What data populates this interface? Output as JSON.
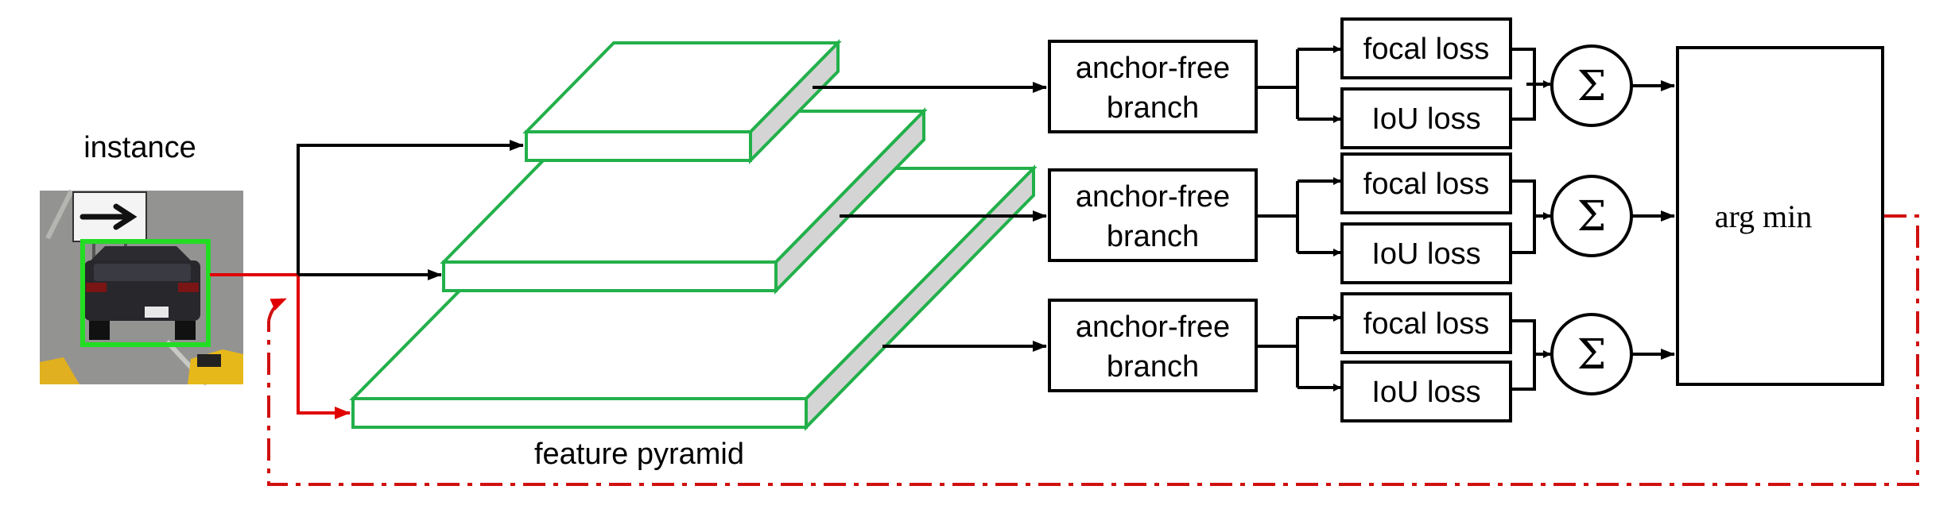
{
  "labels": {
    "instance": "instance",
    "feature_pyramid": "feature pyramid",
    "arg_min": "arg min",
    "sigma": "Σ"
  },
  "branches": [
    {
      "line1": "anchor-free",
      "line2": "branch",
      "loss_a": "focal loss",
      "loss_b": "IoU loss"
    },
    {
      "line1": "anchor-free",
      "line2": "branch",
      "loss_a": "focal loss",
      "loss_b": "IoU loss"
    },
    {
      "line1": "anchor-free",
      "line2": "branch",
      "loss_a": "focal loss",
      "loss_b": "IoU loss"
    }
  ],
  "colors": {
    "pyramid_border": "#22b04a",
    "selection_arrow": "#e00000",
    "instance_box": "#22dd22"
  },
  "instance_image": "photo of a dark sedan on a road with a right-arrow sign, car outlined by a green box"
}
